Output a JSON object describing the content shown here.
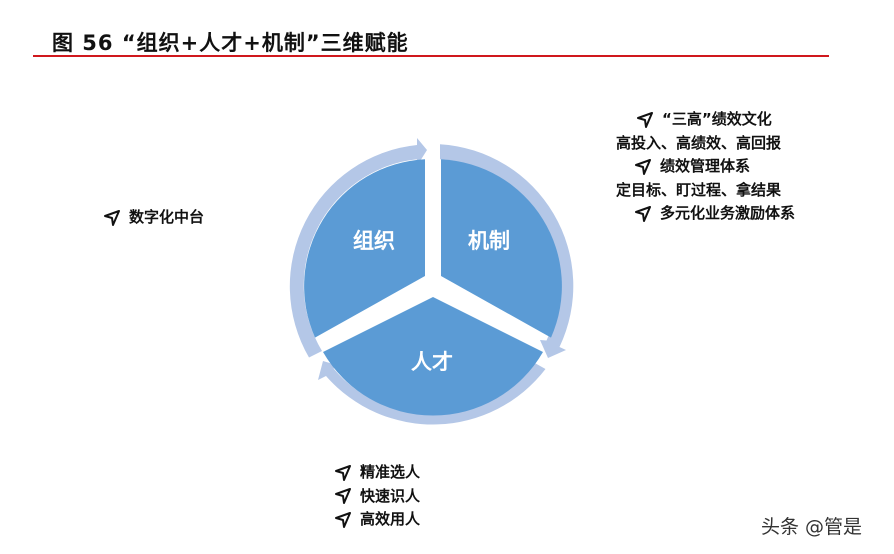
{
  "header": {
    "title": "图 56 “组织+人才+机制”三维赋能"
  },
  "colors": {
    "rule": "#d0181d",
    "segment_fill": "#5b9bd5",
    "ring_fill": "#b4c7e7",
    "text": "#111111"
  },
  "diagram": {
    "type": "cycle-pie",
    "segments": [
      {
        "label": "组织",
        "position": "upper-left"
      },
      {
        "label": "机制",
        "position": "upper-right"
      },
      {
        "label": "人才",
        "position": "bottom"
      }
    ],
    "ring_arrows": [
      "clockwise-top",
      "clockwise-right",
      "clockwise-left"
    ]
  },
  "notes": {
    "left": {
      "items": [
        {
          "bullet": "arrow-bullet",
          "text": "数字化中台"
        }
      ]
    },
    "right": {
      "lines": [
        {
          "bullet": true,
          "text": "“三高”绩效文化"
        },
        {
          "bullet": false,
          "text": "高投入、高绩效、高回报"
        },
        {
          "bullet": true,
          "text": "绩效管理体系"
        },
        {
          "bullet": false,
          "text": "定目标、盯过程、拿结果"
        },
        {
          "bullet": true,
          "text": "多元化业务激励体系"
        }
      ]
    },
    "bottom": {
      "items": [
        {
          "text": "精准选人"
        },
        {
          "text": "快速识人"
        },
        {
          "text": "高效用人"
        }
      ]
    }
  },
  "watermark": {
    "text": "头条 @管是"
  }
}
